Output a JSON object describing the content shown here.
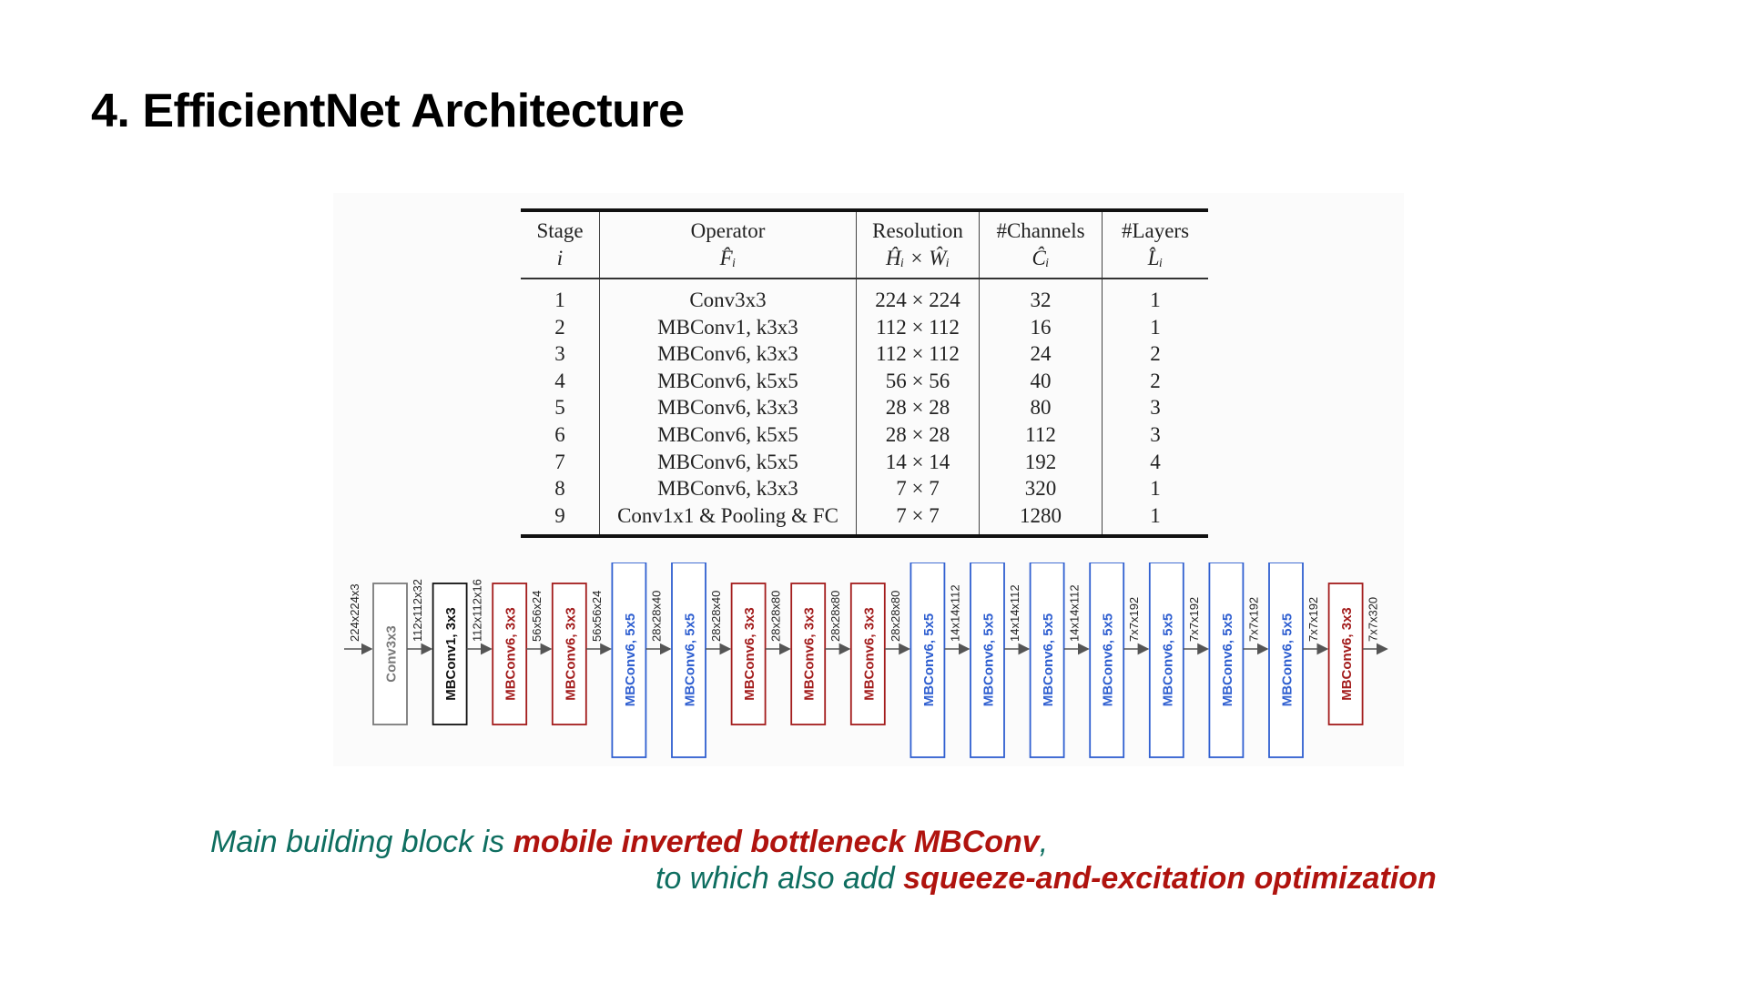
{
  "title": "4. EfficientNet Architecture",
  "table": {
    "headers": [
      {
        "name": "Stage",
        "symbol": "i"
      },
      {
        "name": "Operator",
        "symbol": "F̂ᵢ"
      },
      {
        "name": "Resolution",
        "symbol": "Ĥᵢ × Ŵᵢ"
      },
      {
        "name": "#Channels",
        "symbol": "Ĉᵢ"
      },
      {
        "name": "#Layers",
        "symbol": "L̂ᵢ"
      }
    ],
    "rows": [
      [
        "1",
        "Conv3x3",
        "224 × 224",
        "32",
        "1"
      ],
      [
        "2",
        "MBConv1, k3x3",
        "112 × 112",
        "16",
        "1"
      ],
      [
        "3",
        "MBConv6, k3x3",
        "112 × 112",
        "24",
        "2"
      ],
      [
        "4",
        "MBConv6, k5x5",
        "56 × 56",
        "40",
        "2"
      ],
      [
        "5",
        "MBConv6, k3x3",
        "28 × 28",
        "80",
        "3"
      ],
      [
        "6",
        "MBConv6, k5x5",
        "28 × 28",
        "112",
        "3"
      ],
      [
        "7",
        "MBConv6, k5x5",
        "14 × 14",
        "192",
        "4"
      ],
      [
        "8",
        "MBConv6, k3x3",
        "7 × 7",
        "320",
        "1"
      ],
      [
        "9",
        "Conv1x1 & Pooling & FC",
        "7 × 7",
        "1280",
        "1"
      ]
    ]
  },
  "diagram": {
    "input_label": "224x224x3",
    "colors": {
      "gray": "#7a7a7a",
      "black": "#111111",
      "red": "#a31c1c",
      "blue": "#2f5fd0"
    },
    "blocks": [
      {
        "label": "Conv3x3",
        "color": "gray",
        "tall": false,
        "out": "112x112x32"
      },
      {
        "label": "MBConv1, 3x3",
        "color": "black",
        "tall": false,
        "out": "112x112x16"
      },
      {
        "label": "MBConv6, 3x3",
        "color": "red",
        "tall": false,
        "out": "56x56x24"
      },
      {
        "label": "MBConv6, 3x3",
        "color": "red",
        "tall": false,
        "out": "56x56x24"
      },
      {
        "label": "MBConv6, 5x5",
        "color": "blue",
        "tall": true,
        "out": "28x28x40"
      },
      {
        "label": "MBConv6, 5x5",
        "color": "blue",
        "tall": true,
        "out": "28x28x40"
      },
      {
        "label": "MBConv6, 3x3",
        "color": "red",
        "tall": false,
        "out": "28x28x80"
      },
      {
        "label": "MBConv6, 3x3",
        "color": "red",
        "tall": false,
        "out": "28x28x80"
      },
      {
        "label": "MBConv6, 3x3",
        "color": "red",
        "tall": false,
        "out": "28x28x80"
      },
      {
        "label": "MBConv6, 5x5",
        "color": "blue",
        "tall": true,
        "out": "14x14x112"
      },
      {
        "label": "MBConv6, 5x5",
        "color": "blue",
        "tall": true,
        "out": "14x14x112"
      },
      {
        "label": "MBConv6, 5x5",
        "color": "blue",
        "tall": true,
        "out": "14x14x112"
      },
      {
        "label": "MBConv6, 5x5",
        "color": "blue",
        "tall": true,
        "out": "7x7x192"
      },
      {
        "label": "MBConv6, 5x5",
        "color": "blue",
        "tall": true,
        "out": "7x7x192"
      },
      {
        "label": "MBConv6, 5x5",
        "color": "blue",
        "tall": true,
        "out": "7x7x192"
      },
      {
        "label": "MBConv6, 5x5",
        "color": "blue",
        "tall": true,
        "out": "7x7x192"
      },
      {
        "label": "MBConv6, 3x3",
        "color": "red",
        "tall": false,
        "out": "7x7x320"
      }
    ]
  },
  "caption": {
    "line1_prefix": "Main building block is ",
    "line1_emphasis": "mobile inverted bottleneck MBConv",
    "line1_suffix": ",",
    "line2_prefix": "to which also add ",
    "line2_emphasis": "squeeze-and-excitation optimization"
  }
}
